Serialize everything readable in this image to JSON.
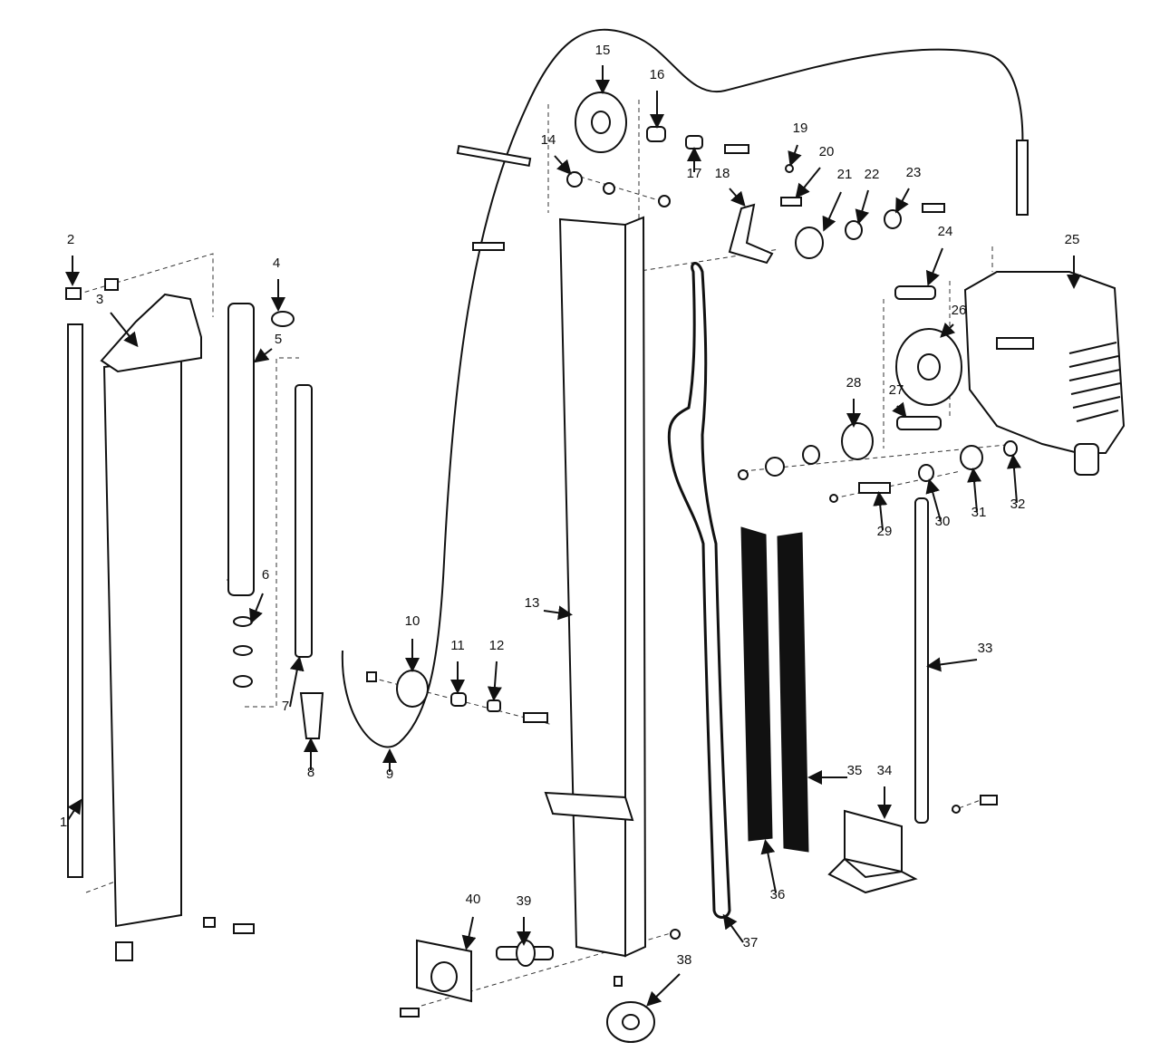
{
  "title": "Exploded parts diagram",
  "part_labels": [
    "1",
    "2",
    "3",
    "4",
    "5",
    "6",
    "7",
    "8",
    "9",
    "10",
    "11",
    "12",
    "13",
    "14",
    "15",
    "16",
    "17",
    "18",
    "19",
    "20",
    "21",
    "22",
    "23",
    "24",
    "25",
    "26",
    "27",
    "28",
    "29",
    "30",
    "31",
    "32",
    "33",
    "34",
    "35",
    "36",
    "37",
    "38",
    "39",
    "40"
  ]
}
